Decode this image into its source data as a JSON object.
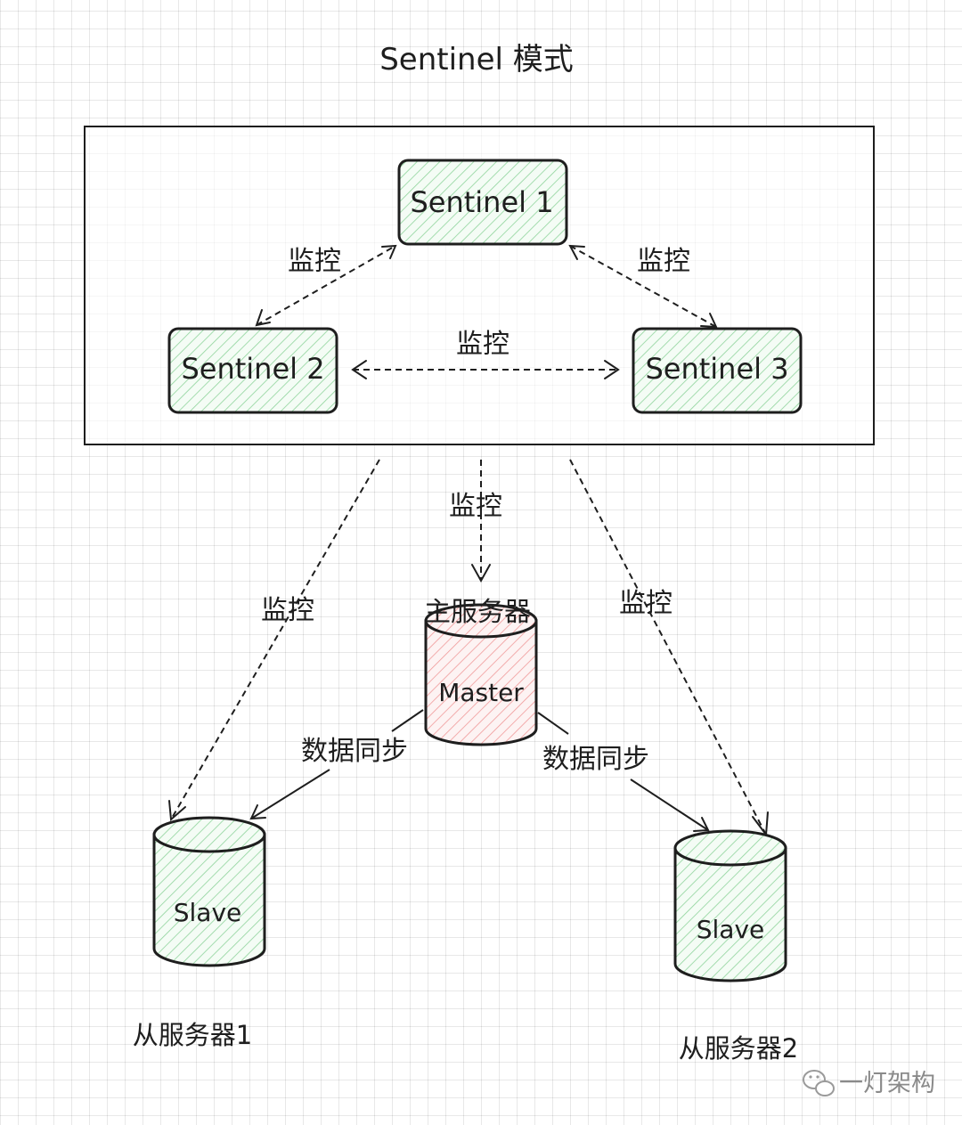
{
  "diagram": {
    "title": "Sentinel 模式",
    "nodes": {
      "sentinel1": "Sentinel 1",
      "sentinel2": "Sentinel 2",
      "sentinel3": "Sentinel 3",
      "master": "Master",
      "slave1": "Slave",
      "slave2": "Slave"
    },
    "captions": {
      "master": "主服务器",
      "slave1": "从服务器1",
      "slave2": "从服务器2"
    },
    "edges": {
      "s2_s1": "监控",
      "s1_s3": "监控",
      "s2_s3": "监控",
      "to_master": "监控",
      "to_slave1": "监控",
      "to_slave2": "监控",
      "sync_slave1": "数据同步",
      "sync_slave2": "数据同步"
    },
    "colors": {
      "sentinel_fill": "#b2f2bb",
      "master_fill": "#ffc9c9",
      "slave_fill": "#b2f2bb",
      "stroke": "#1e1e1e"
    }
  },
  "watermark": {
    "icon": "wechat-icon",
    "text": "一灯架构"
  }
}
